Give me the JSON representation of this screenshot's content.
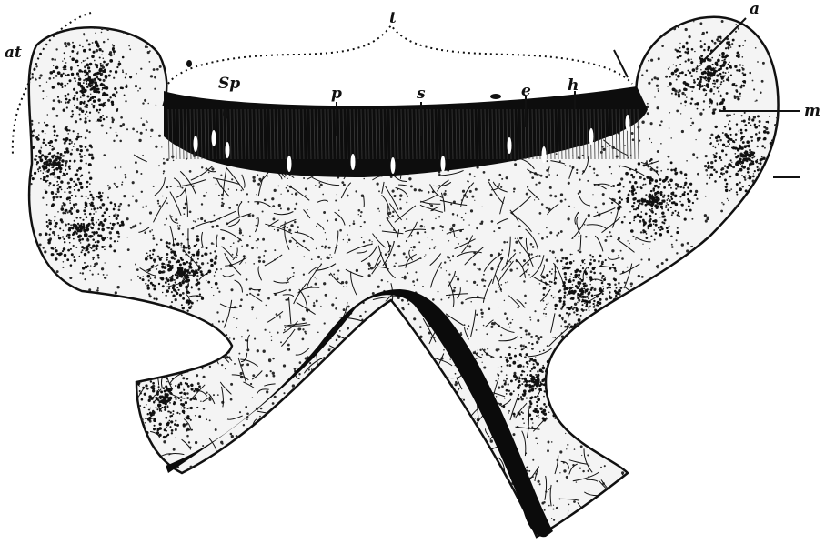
{
  "figure": {
    "labels": {
      "at": "at",
      "t": "t",
      "sp": "Sp",
      "p": "p",
      "s": "s",
      "e": "e",
      "h": "h",
      "a": "a",
      "m": "m"
    },
    "colors": {
      "ink": "#111111",
      "paper": "#ffffff",
      "stipple": "#2a2a2a"
    }
  }
}
